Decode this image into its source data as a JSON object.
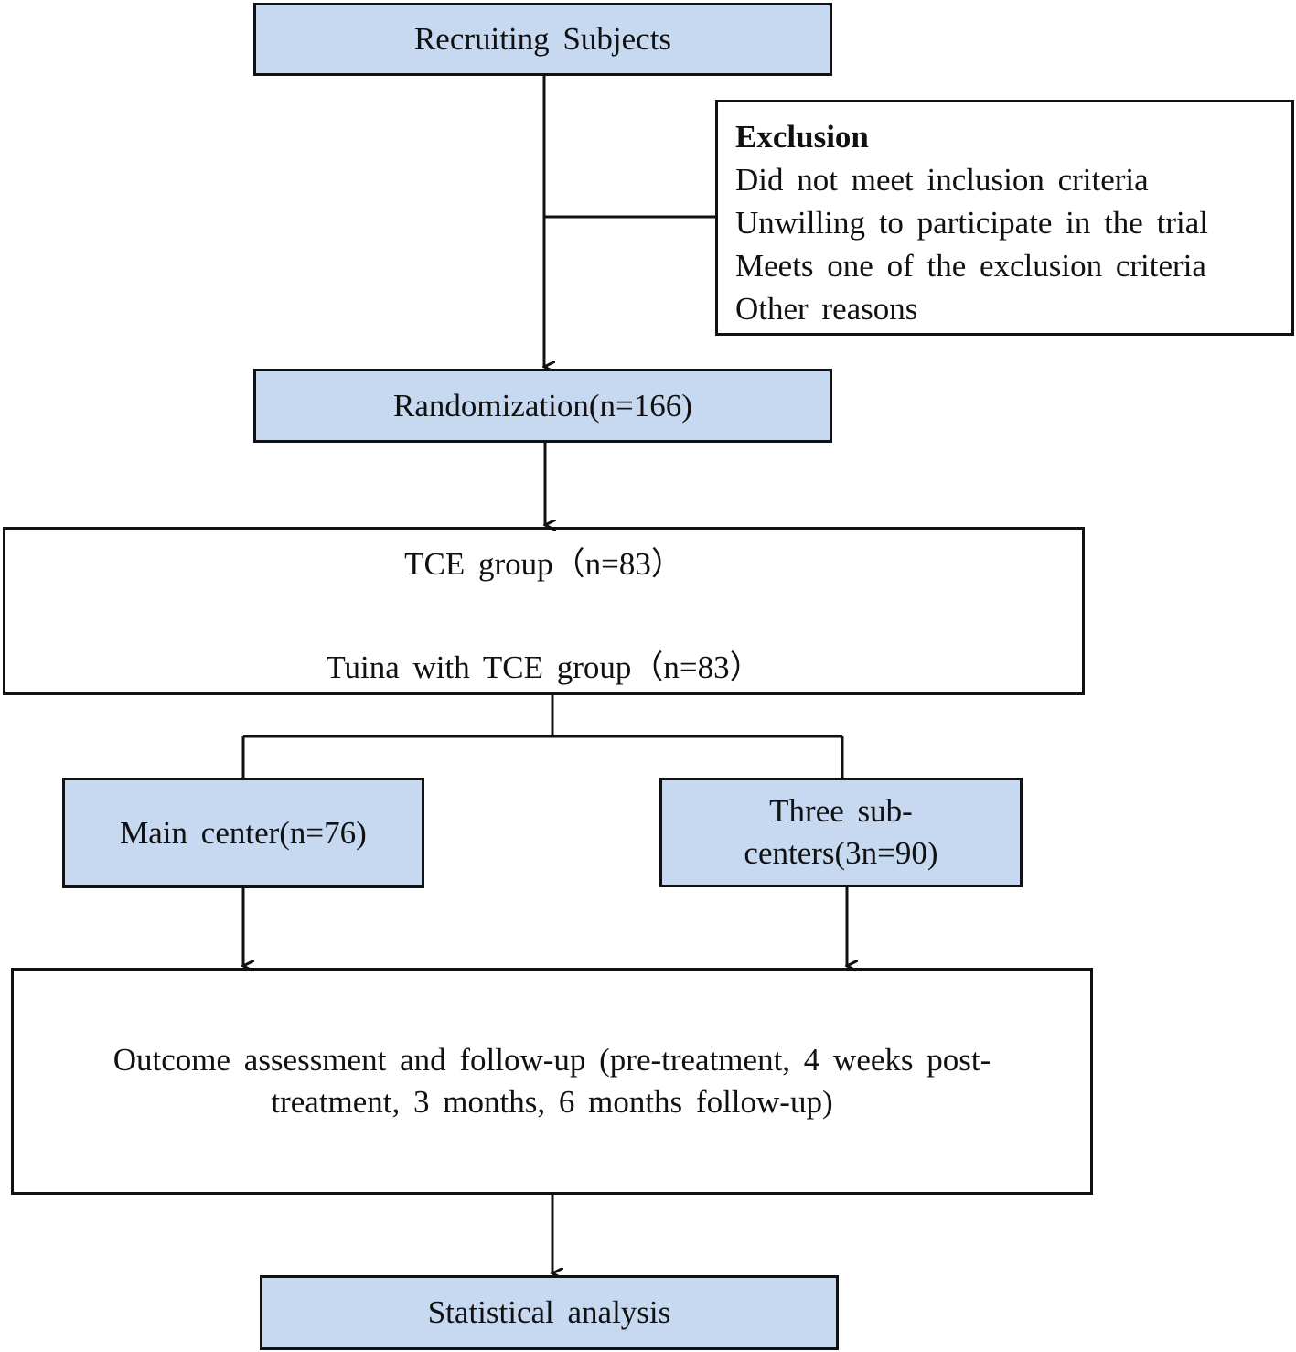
{
  "nodes": {
    "recruiting": "Recruiting  Subjects",
    "exclusion": {
      "title": "Exclusion",
      "items": [
        "Did not meet inclusion  criteria",
        "Unwilling  to participate  in the trial",
        "Meets one of the exclusion  criteria",
        "Other reasons"
      ]
    },
    "randomization": "Randomization(n=166)",
    "groups": {
      "tce": "TCE group（n=83）",
      "tuina": "Tuina with TCE group（n=83）"
    },
    "main_center": "Main center(n=76)",
    "sub_centers": {
      "line1": "Three sub-",
      "line2": "centers(3n=90)"
    },
    "outcome": {
      "line1": "Outcome  assessment  and follow-up (pre-treatment,  4 weeks post-",
      "line2": "treatment, 3 months, 6 months  follow-up)"
    },
    "statistical": "Statistical  analysis"
  },
  "colors": {
    "box_fill": "#c6d9f1",
    "stroke": "#111111"
  }
}
